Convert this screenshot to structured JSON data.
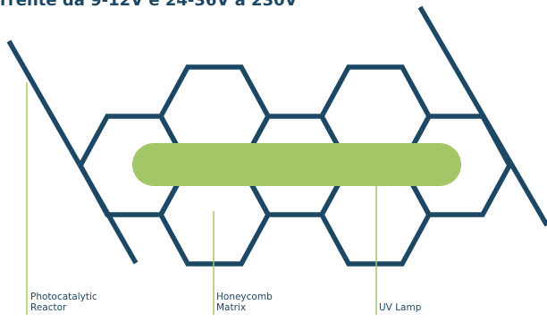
{
  "header": {
    "text": "rrente da 9-12V e 24-36V a 230V"
  },
  "labels": {
    "reactor": {
      "line1": "Photocatalytic",
      "line2": "Reactor"
    },
    "matrix": {
      "line1": "Honeycomb",
      "line2": "Matrix"
    },
    "lamp": {
      "line1": "UV Lamp"
    }
  },
  "colors": {
    "frame": "#1c4866",
    "lamp": "#a3c766",
    "leader": "#a3c766",
    "text": "#1c4866"
  }
}
